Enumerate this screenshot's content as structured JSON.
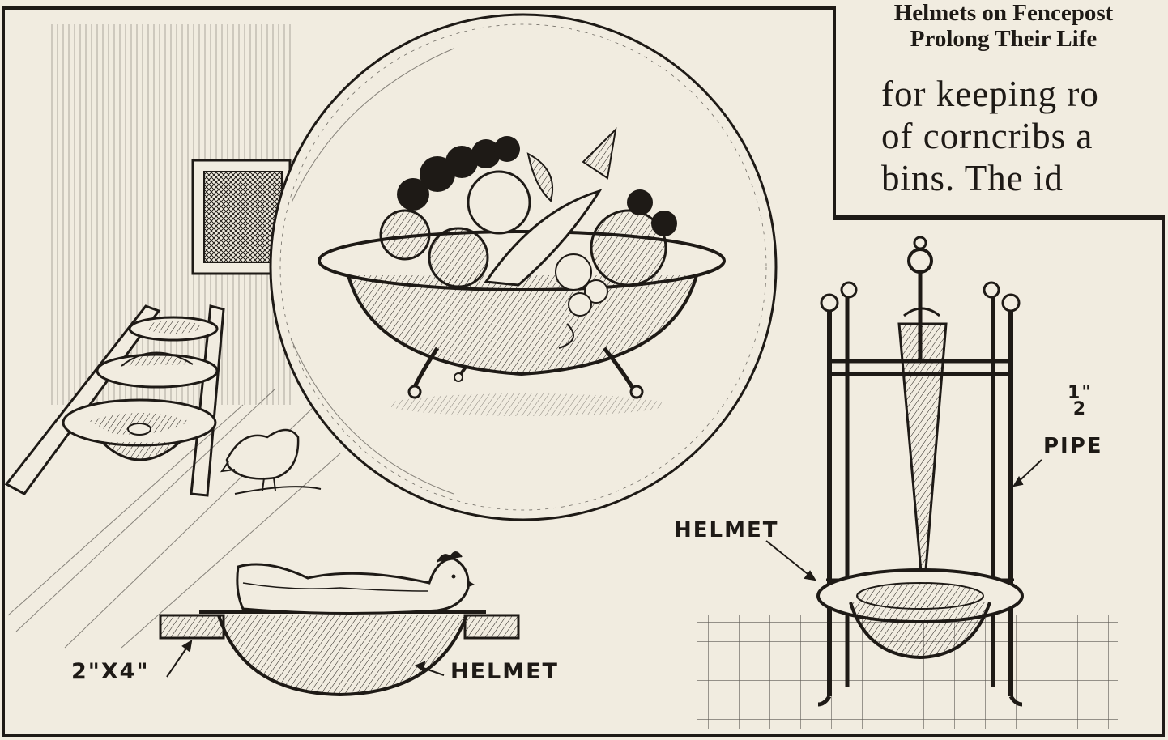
{
  "headline": {
    "line1": "Helmets on Fencepost",
    "line2": "Prolong Their Life"
  },
  "body_text": {
    "line1": "for keeping ro",
    "line2": "of corncribs a",
    "line3": "bins.   The id"
  },
  "labels": {
    "helmet_right": "HELMET",
    "pipe": "PIPE",
    "half_num": "1",
    "half_den": "2",
    "half_mark": "\"",
    "two_by_four": "2\"X4\"",
    "helmet_bottom": "HELMET"
  },
  "colors": {
    "ink": "#1e1a16",
    "paper": "#f1ece0"
  }
}
